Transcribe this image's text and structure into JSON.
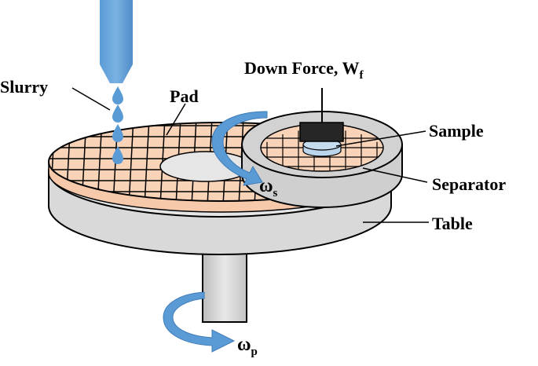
{
  "labels": {
    "slurry": "Slurry",
    "pad": "Pad",
    "down_force": "Down Force, W",
    "down_force_sub": "f",
    "sample": "Sample",
    "separator": "Separator",
    "table": "Table",
    "omega_s": "ω",
    "omega_s_sub": "s",
    "omega_p": "ω",
    "omega_p_sub": "p"
  },
  "colors": {
    "pad": "#F9D3B8",
    "pad_edge": "#F6C9AA",
    "table_top": "#E6E6E6",
    "table_side": "#D6D6D6",
    "separator": "#D2D2D2",
    "nozzle": "#5B9BD5",
    "rotation_arrow": "#5B9BD5",
    "sample": "#C5DCEF",
    "weight": "#262626"
  }
}
